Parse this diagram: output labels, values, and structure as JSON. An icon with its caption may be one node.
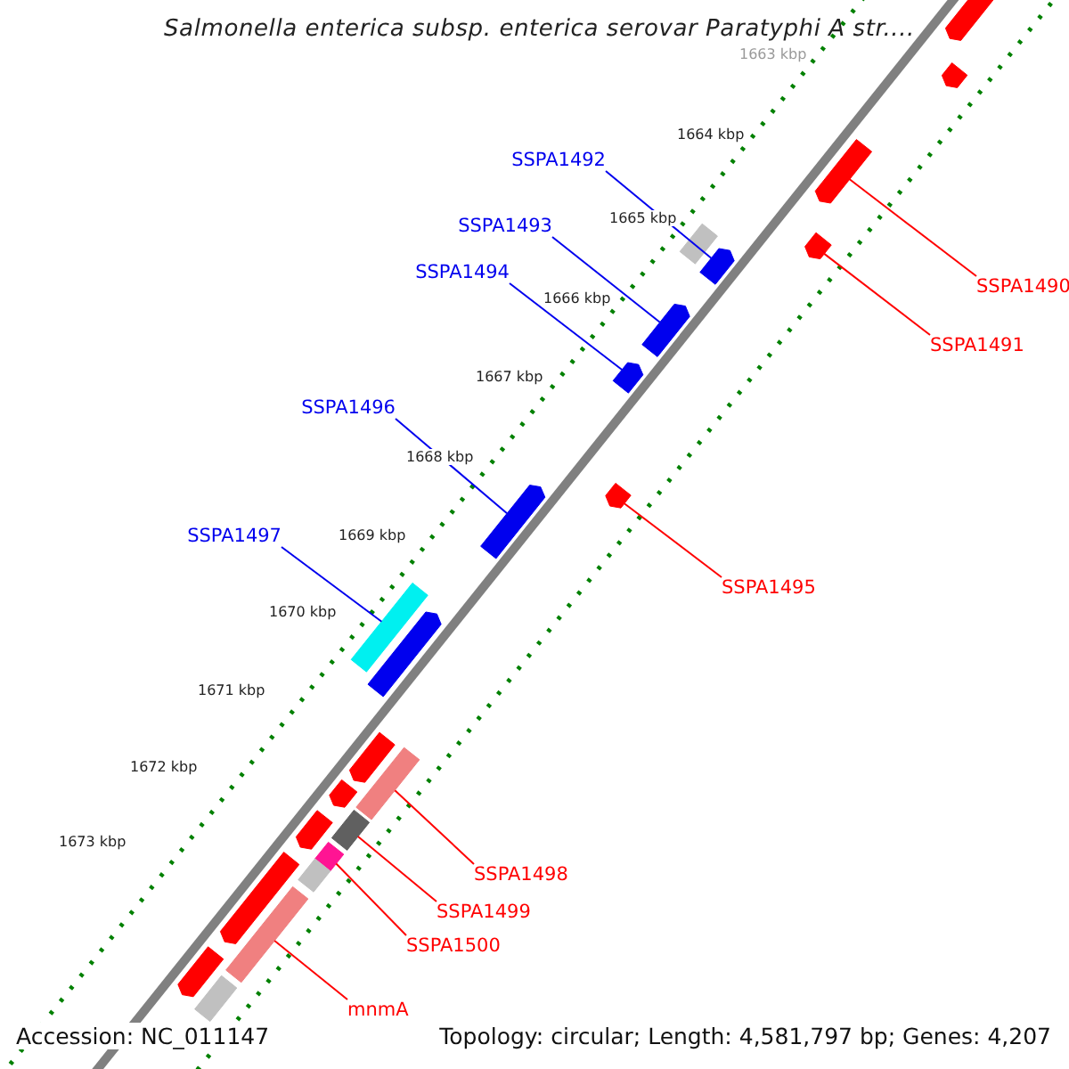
{
  "diagram": {
    "title": "Salmonella enterica subsp. enterica serovar Paratyphi A str....",
    "nodes": [
      {
        "text": [
          "SSPA1492"
        ]
      },
      {
        "text": [
          "SSPA1493"
        ]
      },
      {
        "text": [
          "SSPA1490"
        ]
      },
      {
        "text": [
          "SSPA1494"
        ]
      },
      {
        "text": [
          "SSPA1491"
        ]
      },
      {
        "text": [
          "SSPA1496"
        ]
      },
      {
        "text": [
          "SSPA1497"
        ]
      },
      {
        "text": [
          "SSPA1495"
        ]
      },
      {
        "text": [
          "SSPA1498"
        ]
      },
      {
        "text": [
          "SSPA1499"
        ]
      },
      {
        "text": [
          "SSPA1500"
        ]
      },
      {
        "text": [
          "mnmA"
        ]
      },
      {
        "text": [],
        "shape": "arrow"
      },
      {
        "text": [],
        "shape": "arrow"
      },
      {
        "text": [],
        "shape": "arrow"
      },
      {
        "text": [],
        "shape": "arrow"
      },
      {
        "text": [],
        "shape": "box"
      },
      {
        "text": [],
        "shape": "arrow"
      },
      {
        "text": [],
        "shape": "arrow"
      },
      {
        "text": [],
        "shape": "arrow"
      },
      {
        "text": [],
        "shape": "arrow"
      },
      {
        "text": [],
        "shape": "arrow"
      },
      {
        "text": [],
        "shape": "box"
      },
      {
        "text": [],
        "shape": "arrow"
      },
      {
        "text": [],
        "shape": "arrow"
      },
      {
        "text": [],
        "shape": "box"
      },
      {
        "text": [],
        "shape": "arrow"
      },
      {
        "text": [],
        "shape": "box"
      },
      {
        "text": [],
        "shape": "arrow"
      },
      {
        "text": [],
        "shape": "box"
      },
      {
        "text": [],
        "shape": "box"
      },
      {
        "text": [],
        "shape": "arrow"
      },
      {
        "text": [],
        "shape": "box"
      },
      {
        "text": [],
        "shape": "arrow"
      },
      {
        "text": [],
        "shape": "box"
      }
    ],
    "edges": [
      {
        "from": 0,
        "to": 17,
        "arrow": "none",
        "color": "#0000ee"
      },
      {
        "from": 1,
        "to": 18,
        "arrow": "none",
        "color": "#0000ee"
      },
      {
        "from": 2,
        "to": 14,
        "arrow": "none"
      },
      {
        "from": 3,
        "to": 19,
        "arrow": "none",
        "color": "#0000ee"
      },
      {
        "from": 4,
        "to": 15,
        "arrow": "none"
      },
      {
        "from": 5,
        "to": 21,
        "arrow": "none",
        "color": "#0000ee"
      },
      {
        "from": 6,
        "to": 22,
        "arrow": "none",
        "color": "#0000ee"
      },
      {
        "from": 7,
        "to": 20,
        "arrow": "none"
      },
      {
        "from": 8,
        "to": 25,
        "arrow": "none"
      },
      {
        "from": 9,
        "to": 27,
        "arrow": "none"
      },
      {
        "from": 10,
        "to": 29,
        "arrow": "none"
      },
      {
        "from": 11,
        "to": 32,
        "arrow": "none"
      }
    ],
    "labels": [
      "1663 kbp",
      "1664 kbp",
      "1665 kbp",
      "1666 kbp",
      "1667 kbp",
      "1668 kbp",
      "1669 kbp",
      "1670 kbp",
      "1671 kbp",
      "1672 kbp",
      "1673 kbp",
      "Accession: NC_011147",
      "Topology: circular; Length: 4,581,797 bp; Genes: 4,207"
    ]
  }
}
